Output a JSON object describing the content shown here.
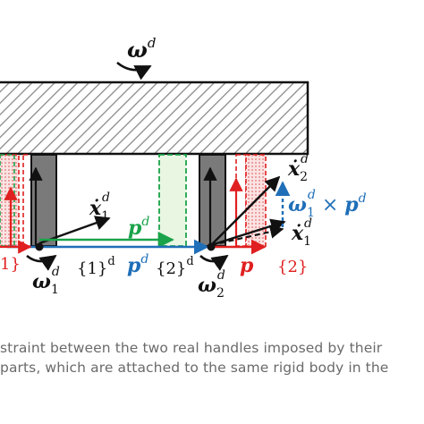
{
  "colors": {
    "black": "#111111",
    "green": "#1aa34a",
    "blue": "#1f6fb8",
    "red": "#e02020",
    "green_fill": "#e9f6e2",
    "red_fill": "#f6c2c2",
    "handle_fill": "#7a7a7a",
    "caption": "#6a6a6a"
  },
  "labels": {
    "omega_d": "ω",
    "omega_d_sup": "d",
    "omega1_base": "ω",
    "omega1_sub": "1",
    "omega1_sup": "d",
    "omega2_base": "ω",
    "omega2_sub": "2",
    "omega2_sup": "d",
    "xdot1_left_base": "ẋ",
    "xdot1_left_sub": "1",
    "xdot1_left_sup": "d",
    "pd_green_base": "p",
    "pd_green_sup": "d",
    "pd_blue_base": "p",
    "pd_blue_sup": "d",
    "brace1_left_text": "1}",
    "brace1_text": "{1}",
    "brace1_sup": "d",
    "brace2_text": "{2}",
    "brace2_sup": "d",
    "p_red": "p",
    "brace2_red_text": "{2}",
    "xdot2_base": "ẋ",
    "xdot2_sub": "2",
    "xdot2_sup": "d",
    "xdot1_right_base": "ẋ",
    "xdot1_right_sub": "1",
    "xdot1_right_sup": "d",
    "cross_omega_base": "ω",
    "cross_omega_sub": "1",
    "cross_omega_sup": "d",
    "cross_times": " × ",
    "cross_p_base": "p",
    "cross_p_sup": "d"
  },
  "caption": {
    "line1": "straint between the two real handles imposed by their",
    "line2": "parts, which are attached to the same rigid body in the"
  }
}
